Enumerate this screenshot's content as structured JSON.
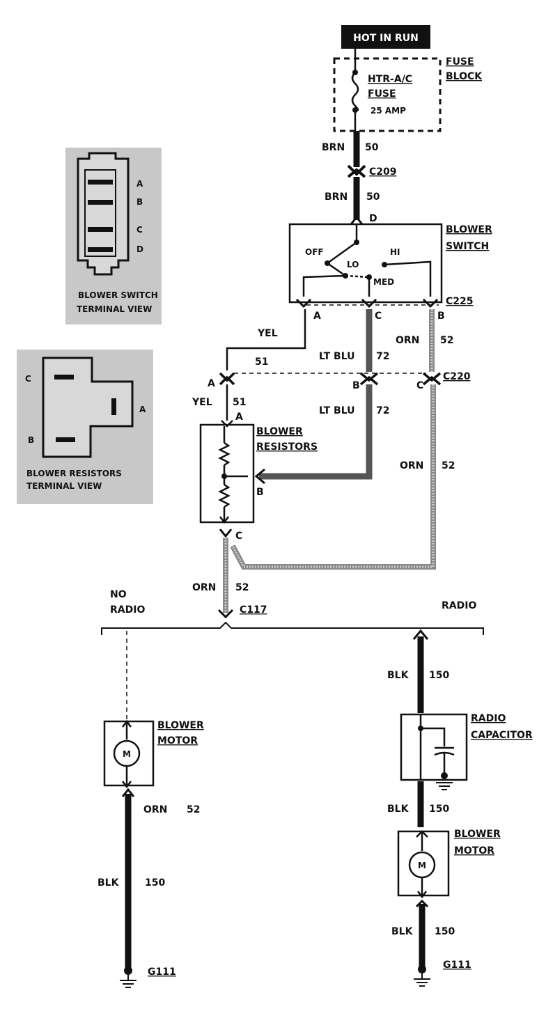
{
  "header": {
    "hot_in_run": "HOT IN RUN"
  },
  "fuse_block": {
    "title_line1": "FUSE",
    "title_line2": "BLOCK",
    "fuse_line1": "HTR-A/C",
    "fuse_line2": "FUSE",
    "rating": "25 AMP"
  },
  "wires": {
    "brn": "BRN",
    "brn_circuit": "50",
    "yel": "YEL",
    "yel_circuit": "51",
    "ltblu": "LT BLU",
    "ltblu_circuit": "72",
    "orn": "ORN",
    "orn_circuit": "52",
    "blk": "BLK",
    "blk_circuit": "150"
  },
  "connectors": {
    "c209": "C209",
    "c225": "C225",
    "c220": "C220",
    "c117": "C117",
    "g111": "G111"
  },
  "pins": {
    "a": "A",
    "b": "B",
    "c": "C",
    "d": "D"
  },
  "blower_switch": {
    "title_line1": "BLOWER",
    "title_line2": "SWITCH",
    "off": "OFF",
    "lo": "LO",
    "med": "MED",
    "hi": "HI"
  },
  "blower_resistors": {
    "title_line1": "BLOWER",
    "title_line2": "RESISTORS"
  },
  "branches": {
    "no_radio_line1": "NO",
    "no_radio_line2": "RADIO",
    "radio": "RADIO"
  },
  "blower_motor": {
    "title_line1": "BLOWER",
    "title_line2": "MOTOR",
    "symbol": "M"
  },
  "radio_capacitor": {
    "title_line1": "RADIO",
    "title_line2": "CAPACITOR"
  },
  "insets": {
    "switch_view_line1": "BLOWER SWITCH",
    "switch_view_line2": "TERMINAL VIEW",
    "resistor_view_line1": "BLOWER RESISTORS",
    "resistor_view_line2": "TERMINAL VIEW"
  }
}
